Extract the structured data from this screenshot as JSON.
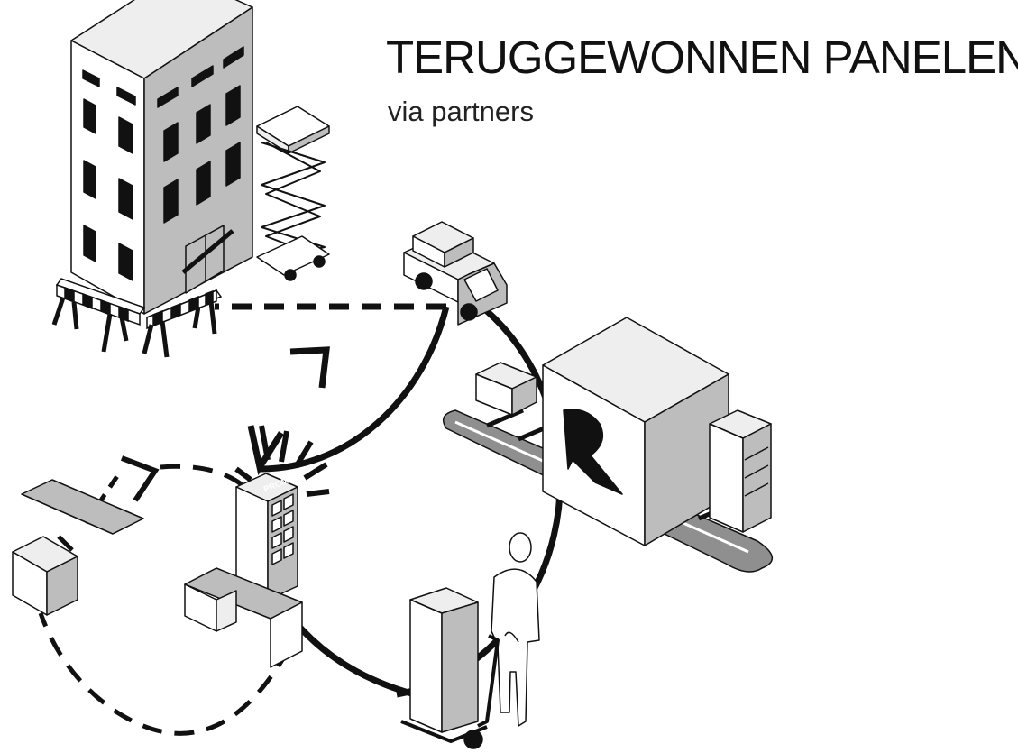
{
  "header": {
    "title": "TERUGGEWONNEN PANELEN",
    "subtitle": "via partners"
  },
  "kiosk": {
    "sign_label": "PROMO"
  },
  "colors": {
    "ink": "#111111",
    "light_gray": "#eeeeee",
    "mid_gray": "#bdbdbd",
    "dark_gray": "#8f8f8f",
    "white": "#ffffff"
  },
  "icons": [
    "building-icon",
    "scissor-lift-icon",
    "delivery-truck-icon",
    "conveyor-machine-icon",
    "recycle-logo-icon",
    "cabinet-icon",
    "worker-icon",
    "hand-truck-icon",
    "promo-kiosk-icon",
    "desk-icon",
    "cube-icon",
    "panel-sheet-icon",
    "arrow-icon"
  ]
}
